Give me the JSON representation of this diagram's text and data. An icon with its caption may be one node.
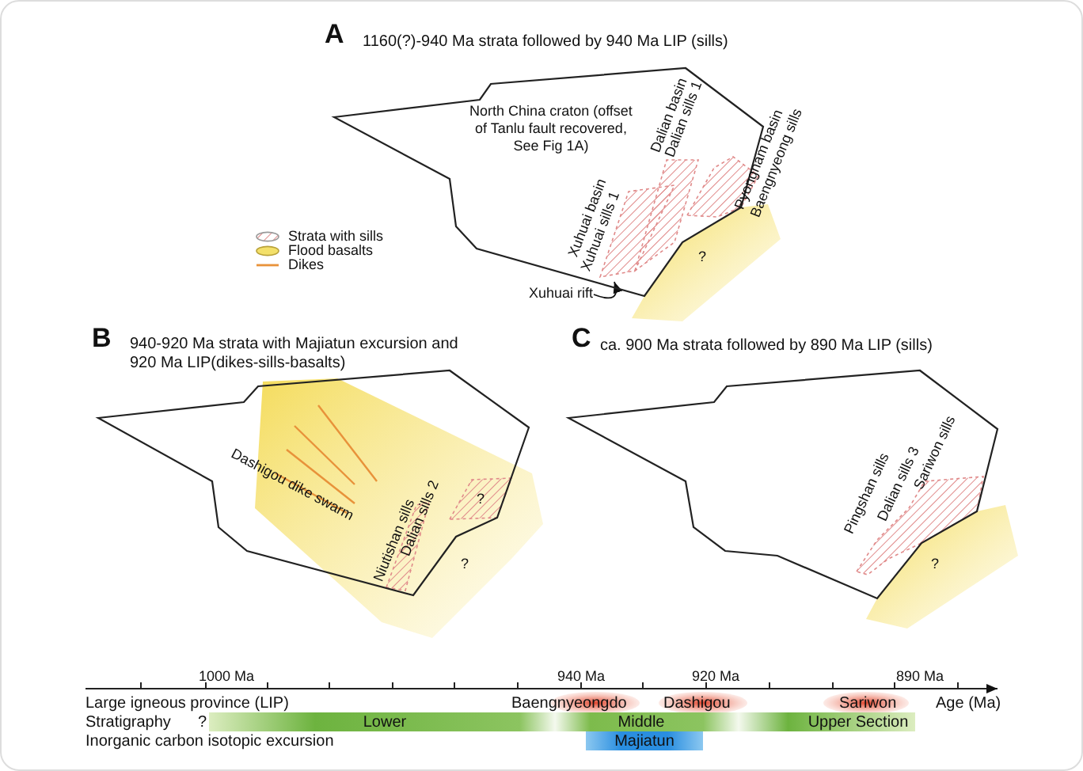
{
  "diagram": {
    "nodes": [
      {
        "text": [
          "North China craton (offset of Tanlu fault recovered, See Fig 1A)"
        ]
      },
      {
        "text": [
          "Xuhuai rift"
        ]
      }
    ],
    "edges": [
      {
        "from": 1,
        "to": 0,
        "arrow": "to"
      }
    ],
    "labels": [
      "A",
      "1160(?)-940 Ma strata followed by 940 Ma LIP (sills)",
      "Dalian basin",
      "Dalian sills 1",
      "Pyongnam basin",
      "Baengnyeong sills",
      "Xuhuai basin",
      "Xuhuai sills 1",
      "?",
      "B",
      "940-920 Ma strata with Majiatun excursion and 920 Ma LIP(dikes-sills-basalts)",
      "Dashigou dike swarm",
      "Niutishan sills",
      "Dalian sills 2",
      "?",
      "?",
      "C",
      "ca. 900 Ma strata followed by 890 Ma LIP (sills)",
      "Pingshan sills",
      "Dalian sills 3",
      "Sariwon sills",
      "?",
      "1000 Ma",
      "940 Ma",
      "920 Ma",
      "890 Ma",
      "Large igneous province (LIP)",
      "Baengnyeongdo",
      "Dashigou",
      "Sariwon",
      "Age (Ma)",
      "Stratigraphy",
      "?",
      "Lower",
      "Middle",
      "Upper Section",
      "Inorganic carbon isotopic excursion",
      "Majiatun"
    ],
    "legend": [
      {
        "text": "Strata with sills"
      },
      {
        "text": "Flood basalts",
        "color": "#f3e06a"
      },
      {
        "text": "Dikes"
      }
    ]
  }
}
